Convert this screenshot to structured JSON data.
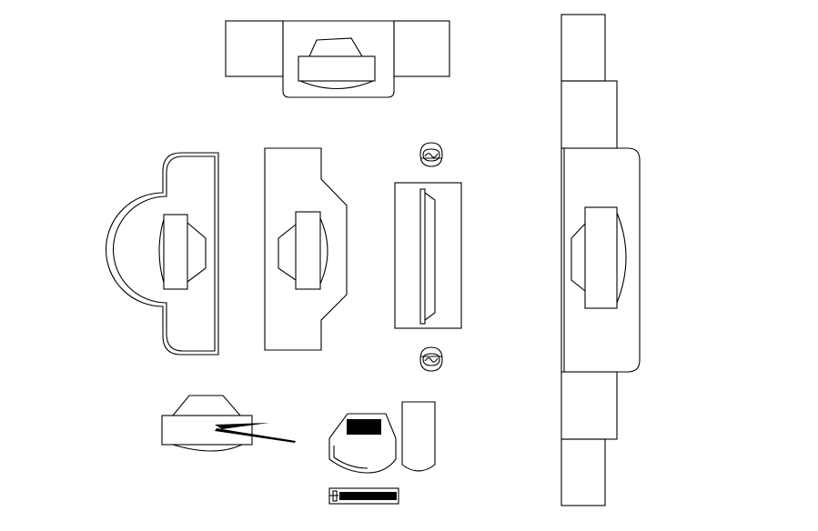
{
  "drawing": {
    "background": "#ffffff",
    "line_color": "#000000"
  },
  "symbols": [
    {
      "id": "desk-top",
      "kind": "desk with monitor and side wings"
    },
    {
      "id": "desk-curved-left",
      "kind": "curved-front desk with monitor"
    },
    {
      "id": "desk-angled-middle",
      "kind": "angled desk with monitor"
    },
    {
      "id": "tv-cabinet",
      "kind": "cabinet with flat screen"
    },
    {
      "id": "stool-top",
      "kind": "round stool"
    },
    {
      "id": "stool-bottom",
      "kind": "round stool"
    },
    {
      "id": "workstation-right",
      "kind": "long workstation with monitor"
    },
    {
      "id": "monitor-with-cables",
      "kind": "monitor with cables"
    },
    {
      "id": "monitor-small",
      "kind": "small monitor"
    },
    {
      "id": "pc-tower",
      "kind": "computer tower"
    },
    {
      "id": "keyboard",
      "kind": "keyboard"
    }
  ]
}
